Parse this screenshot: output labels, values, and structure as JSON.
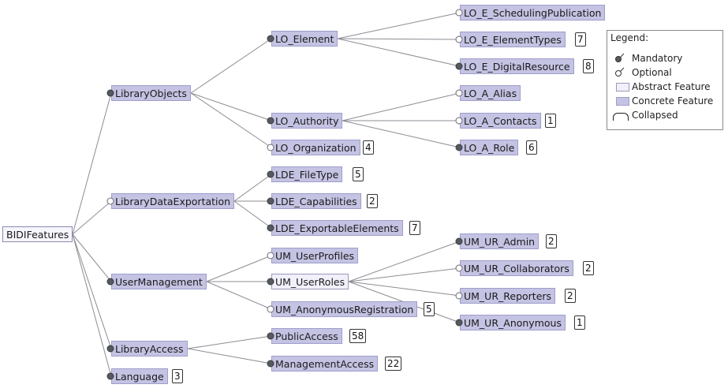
{
  "diagram": {
    "root": "BIDIFeatures",
    "features": {
      "library_objects": "LibraryObjects",
      "lo_element": "LO_Element",
      "lo_e_scheduling_publication": "LO_E_SchedulingPublication",
      "lo_e_element_types": "LO_E_ElementTypes",
      "lo_e_digital_resource": "LO_E_DigitalResource",
      "lo_authority": "LO_Authority",
      "lo_a_alias": "LO_A_Alias",
      "lo_a_contacts": "LO_A_Contacts",
      "lo_a_role": "LO_A_Role",
      "lo_organization": "LO_Organization",
      "library_data_exportation": "LibraryDataExportation",
      "lde_file_type": "LDE_FileType",
      "lde_capabilities": "LDE_Capabilities",
      "lde_exportable_elements": "LDE_ExportableElements",
      "user_management": "UserManagement",
      "um_user_profiles": "UM_UserProfiles",
      "um_user_roles": "UM_UserRoles",
      "um_ur_admin": "UM_UR_Admin",
      "um_ur_collaborators": "UM_UR_Collaborators",
      "um_ur_reporters": "UM_UR_Reporters",
      "um_ur_anonymous": "UM_UR_Anonymous",
      "um_anonymous_registration": "UM_AnonymousRegistration",
      "library_access": "LibraryAccess",
      "public_access": "PublicAccess",
      "management_access": "ManagementAccess",
      "language": "Language"
    },
    "collapsed_counts": {
      "lo_e_element_types": "7",
      "lo_e_digital_resource": "8",
      "lo_a_contacts": "1",
      "lo_a_role": "6",
      "lo_organization": "4",
      "lde_file_type": "5",
      "lde_capabilities": "2",
      "lde_exportable_elements": "7",
      "um_ur_admin": "2",
      "um_ur_collaborators": "2",
      "um_ur_reporters": "2",
      "um_ur_anonymous": "1",
      "um_anonymous_registration": "5",
      "public_access": "58",
      "management_access": "22",
      "language": "3"
    },
    "kinds": {
      "library_objects": "mandatory",
      "lo_element": "mandatory",
      "lo_e_scheduling_publication": "optional",
      "lo_e_element_types": "optional",
      "lo_e_digital_resource": "mandatory",
      "lo_authority": "mandatory",
      "lo_a_alias": "optional",
      "lo_a_contacts": "optional",
      "lo_a_role": "mandatory",
      "lo_organization": "optional",
      "library_data_exportation": "optional",
      "lde_file_type": "mandatory",
      "lde_capabilities": "mandatory",
      "lde_exportable_elements": "mandatory",
      "user_management": "mandatory",
      "um_user_profiles": "optional",
      "um_user_roles": "mandatory",
      "um_ur_admin": "mandatory",
      "um_ur_collaborators": "optional",
      "um_ur_reporters": "optional",
      "um_ur_anonymous": "mandatory",
      "um_anonymous_registration": "optional",
      "library_access": "mandatory",
      "public_access": "mandatory",
      "management_access": "mandatory",
      "language": "mandatory"
    },
    "abstract_features": [
      "root",
      "um_user_roles"
    ],
    "colors": {
      "concrete_fill": "#c5c3e3",
      "abstract_fill": "#f1f0fb",
      "edge": "#8c8c94",
      "mandatory_dot": "#555a5e"
    }
  },
  "legend": {
    "title": "Legend:",
    "mandatory": "Mandatory",
    "optional": "Optional",
    "abstract_feature": "Abstract Feature",
    "concrete_feature": "Concrete Feature",
    "collapsed": "Collapsed"
  }
}
